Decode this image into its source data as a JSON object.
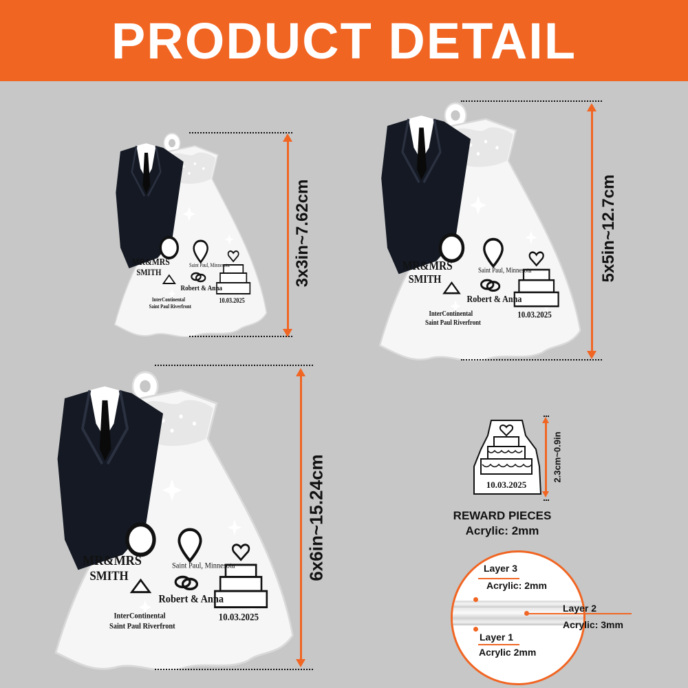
{
  "header": {
    "title": "PRODUCT DETAIL"
  },
  "colors": {
    "accent": "#f16522",
    "background": "#c7c7c7",
    "suit": "#141923"
  },
  "ornament_text": {
    "names_top": "MR&MRS",
    "names_bottom": "SMITH",
    "location": "Saint Paul, Minnesota",
    "couple": "Robert & Anna",
    "venue_line1": "InterContinental",
    "venue_line2": "Saint Paul Riverfront",
    "date": "10.03.2025"
  },
  "sizes": {
    "small": "3x3in~7.62cm",
    "medium": "5x5in~12.7cm",
    "large": "6x6in~15.24cm"
  },
  "reward": {
    "size": "2.3cm~0.9in",
    "title": "REWARD PIECES",
    "material": "Acrylic: 2mm",
    "date": "10.03.2025"
  },
  "layers": [
    {
      "name": "Layer 3",
      "material": "Acrylic: 2mm"
    },
    {
      "name": "Layer 2",
      "material": "Acrylic: 3mm"
    },
    {
      "name": "Layer 1",
      "material": "Acrylic 2mm"
    }
  ]
}
